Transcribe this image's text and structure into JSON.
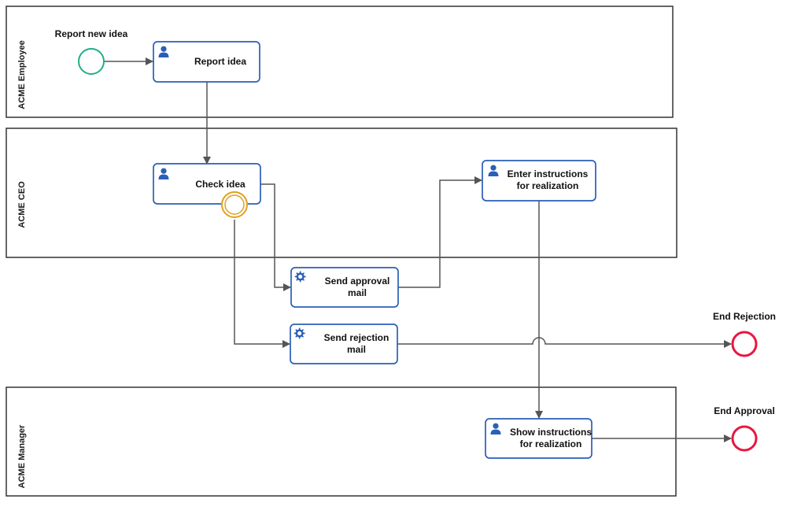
{
  "colors": {
    "task_border": "#2a5fb7",
    "lane_border": "#333333",
    "flow": "#555555",
    "start_event": "#1fae8a",
    "end_event": "#e8173f",
    "boundary_event": "#e0a21e",
    "icon": "#2a5fb7"
  },
  "lanes": {
    "employee": "ACME Employee",
    "ceo": "ACME CEO",
    "manager": "ACME Manager"
  },
  "events": {
    "start": "Report new idea",
    "end_rejection": "End Rejection",
    "end_approval": "End Approval"
  },
  "tasks": {
    "report_idea": {
      "lines": [
        "Report idea"
      ],
      "icon": "user-icon"
    },
    "check_idea": {
      "lines": [
        "Check idea"
      ],
      "icon": "user-icon"
    },
    "enter_instructions": {
      "lines": [
        "Enter instructions",
        "for realization"
      ],
      "icon": "user-icon"
    },
    "send_approval": {
      "lines": [
        "Send approval",
        "mail"
      ],
      "icon": "gear-icon"
    },
    "send_rejection": {
      "lines": [
        "Send rejection",
        "mail"
      ],
      "icon": "gear-icon"
    },
    "show_instructions": {
      "lines": [
        "Show instructions",
        "for realization"
      ],
      "icon": "user-icon"
    }
  }
}
